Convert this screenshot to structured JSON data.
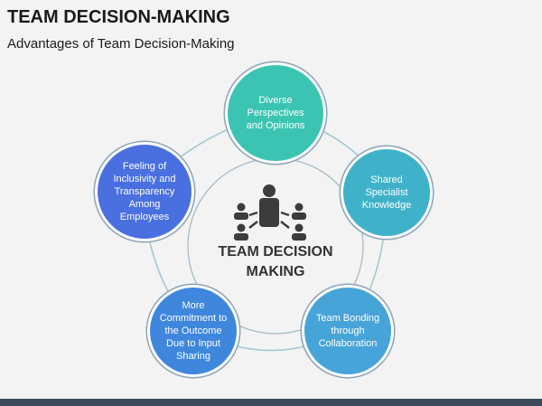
{
  "title": "TEAM DECISION-MAKING",
  "subtitle": "Advantages of Team Decision-Making",
  "center": {
    "label": "TEAM DECISION MAKING",
    "icon": "team-leader-icon"
  },
  "nodes": [
    {
      "text": "Diverse Perspectives and Opinions",
      "color": "#3cc4b2"
    },
    {
      "text": "Shared Specialist Knowledge",
      "color": "#3fb2c9"
    },
    {
      "text": "Team Bonding through Collaboration",
      "color": "#47a4d8"
    },
    {
      "text": "More Commitment to the Outcome Due to Input Sharing",
      "color": "#3f87dc"
    },
    {
      "text": "Feeling of Inclusivity and Transparency Among Employees",
      "color": "#4a70e0"
    }
  ]
}
